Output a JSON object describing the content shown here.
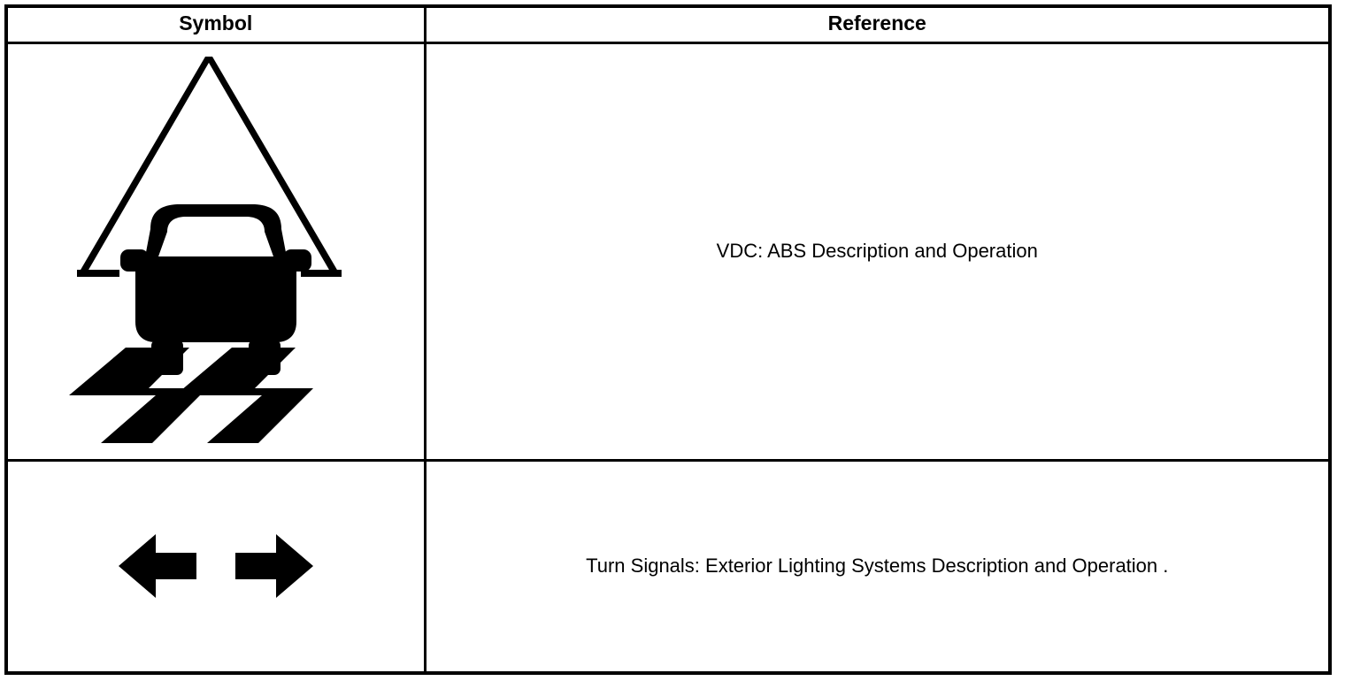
{
  "table": {
    "headers": {
      "symbol": "Symbol",
      "reference": "Reference"
    },
    "rows": [
      {
        "symbol_icon": "vdc-slip-indicator-icon",
        "symbol_description": "Warning triangle over car with skid marks",
        "reference": "VDC: ABS Description and Operation"
      },
      {
        "symbol_icon": "turn-signal-arrows-icon",
        "symbol_description": "Left and right pointing arrows",
        "reference": "Turn Signals: Exterior Lighting Systems Description and Operation ."
      }
    ]
  },
  "colors": {
    "ink": "#000000",
    "paper": "#ffffff"
  }
}
